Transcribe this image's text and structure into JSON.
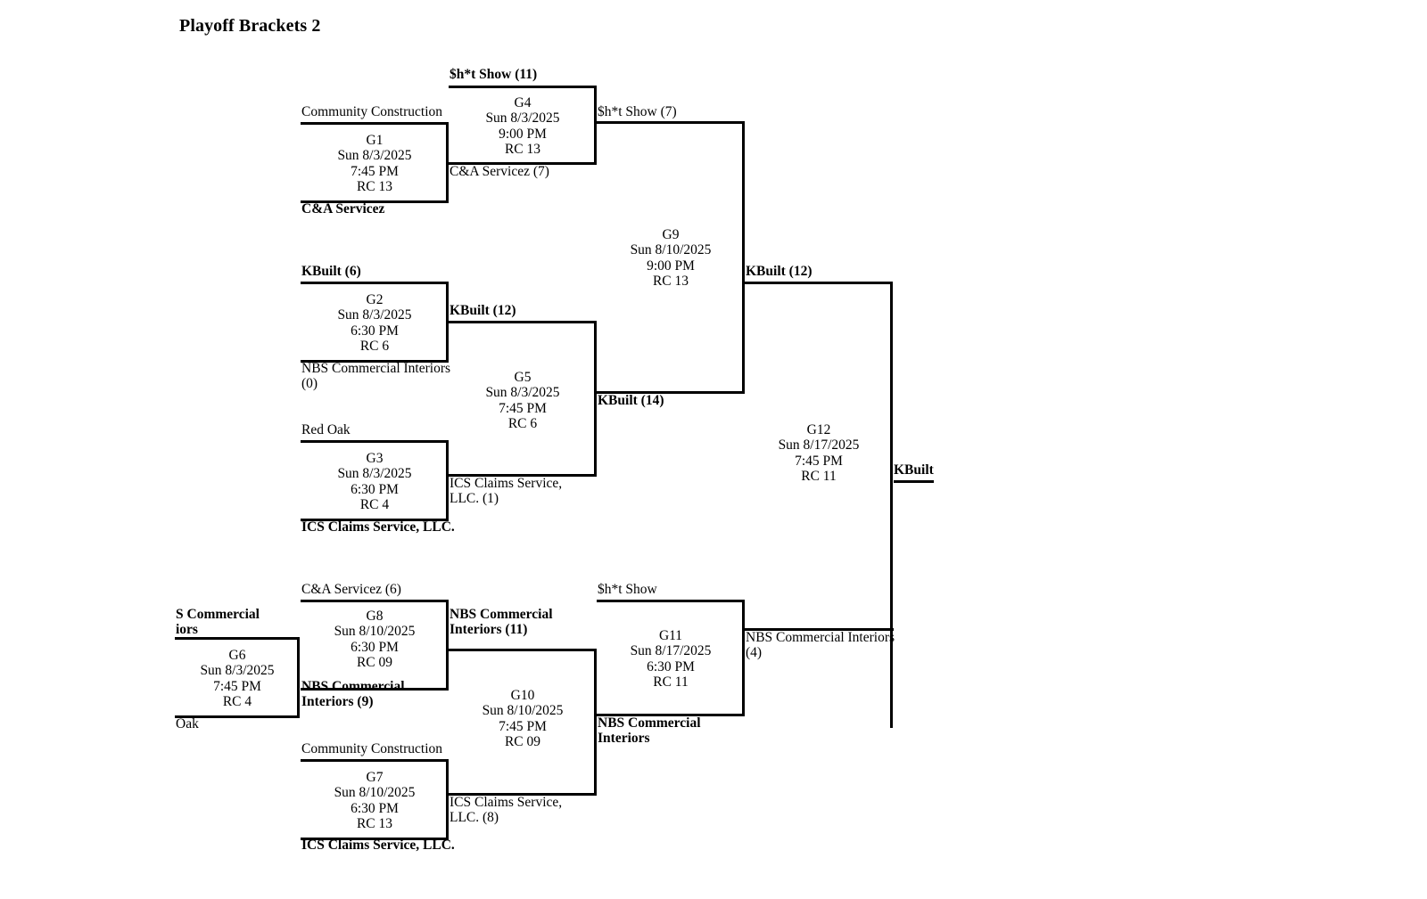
{
  "title": "Playoff Brackets 2",
  "bracket": {
    "champion": "KBuilt",
    "games": [
      {
        "id": "G1",
        "label": "G1",
        "date": "Sun 8/3/2025",
        "time": "7:45 PM",
        "field": "RC 13",
        "info": "G1\nSun 8/3/2025\n7:45 PM\nRC 13",
        "top_team": "Community Construction",
        "top_winner": false,
        "bottom_team": "C&A Servicez",
        "bottom_winner": true
      },
      {
        "id": "G2",
        "label": "G2",
        "date": "Sun 8/3/2025",
        "time": "6:30 PM",
        "field": "RC 6",
        "info": "G2\nSun 8/3/2025\n6:30 PM\nRC 6",
        "top_team": "KBuilt (6)",
        "top_winner": true,
        "bottom_team": "NBS Commercial Interiors\n(0)",
        "bottom_winner": false
      },
      {
        "id": "G3",
        "label": "G3",
        "date": "Sun 8/3/2025",
        "time": "6:30 PM",
        "field": "RC 4",
        "info": "G3\nSun 8/3/2025\n6:30 PM\nRC 4",
        "top_team": "Red Oak",
        "top_winner": false,
        "bottom_team": "ICS Claims Service, LLC.",
        "bottom_winner": true
      },
      {
        "id": "G4",
        "label": "G4",
        "date": "Sun 8/3/2025",
        "time": "9:00 PM",
        "field": "RC 13",
        "info": "G4\nSun 8/3/2025\n9:00 PM\nRC 13",
        "top_team": "$h*t Show (11)",
        "top_winner": true,
        "bottom_team": "C&A Servicez (7)",
        "bottom_winner": false
      },
      {
        "id": "G5",
        "label": "G5",
        "date": "Sun 8/3/2025",
        "time": "7:45 PM",
        "field": "RC 6",
        "info": "G5\nSun 8/3/2025\n7:45 PM\nRC 6",
        "top_team": "KBuilt (12)",
        "top_winner": true,
        "bottom_team": "ICS Claims Service,\nLLC. (1)",
        "bottom_winner": false
      },
      {
        "id": "G6",
        "label": "G6",
        "date": "Sun 8/3/2025",
        "time": "7:45 PM",
        "field": "RC 4",
        "info": "G6\nSun 8/3/2025\n7:45 PM\nRC 4",
        "top_team": "S Commercial\niors",
        "top_winner": true,
        "bottom_team": "Oak",
        "bottom_winner": false
      },
      {
        "id": "G7",
        "label": "G7",
        "date": "Sun 8/10/2025",
        "time": "6:30 PM",
        "field": "RC 13",
        "info": "G7\nSun 8/10/2025\n6:30 PM\nRC 13",
        "top_team": "Community Construction",
        "top_winner": false,
        "bottom_team": "ICS Claims Service, LLC.",
        "bottom_winner": true
      },
      {
        "id": "G8",
        "label": "G8",
        "date": "Sun 8/10/2025",
        "time": "6:30 PM",
        "field": "RC 09",
        "info": "G8\nSun 8/10/2025\n6:30 PM\nRC 09",
        "top_team": "C&A Servicez (6)",
        "top_winner": false,
        "bottom_team": "NBS Commercial\nInteriors  (9)",
        "bottom_winner": true
      },
      {
        "id": "G9",
        "label": "G9",
        "date": "Sun 8/10/2025",
        "time": "9:00 PM",
        "field": "RC 13",
        "info": "G9\nSun 8/10/2025\n9:00 PM\nRC 13",
        "top_team": "$h*t Show (7)",
        "top_winner": false,
        "bottom_team": "KBuilt (14)",
        "bottom_winner": true
      },
      {
        "id": "G10",
        "label": "G10",
        "date": "Sun 8/10/2025",
        "time": "7:45 PM",
        "field": "RC 09",
        "info": "G10\nSun 8/10/2025\n7:45 PM\nRC 09",
        "top_team": "NBS Commercial\nInteriors  (11)",
        "top_winner": true,
        "bottom_team": "ICS Claims Service,\nLLC. (8)",
        "bottom_winner": false
      },
      {
        "id": "G11",
        "label": "G11",
        "date": "Sun 8/17/2025",
        "time": "6:30 PM",
        "field": "RC 11",
        "info": "G11\nSun 8/17/2025\n6:30 PM\nRC 11",
        "top_team": "$h*t Show",
        "top_winner": false,
        "bottom_team": "NBS Commercial\nInteriors",
        "bottom_winner": true
      },
      {
        "id": "G12",
        "label": "G12",
        "date": "Sun 8/17/2025",
        "time": "7:45 PM",
        "field": "RC 11",
        "info": "G12\nSun 8/17/2025\n7:45 PM\nRC 11",
        "top_team": "KBuilt (12)",
        "top_winner": true,
        "bottom_team": "NBS Commercial Interiors\n(4)",
        "bottom_winner": false
      }
    ]
  }
}
